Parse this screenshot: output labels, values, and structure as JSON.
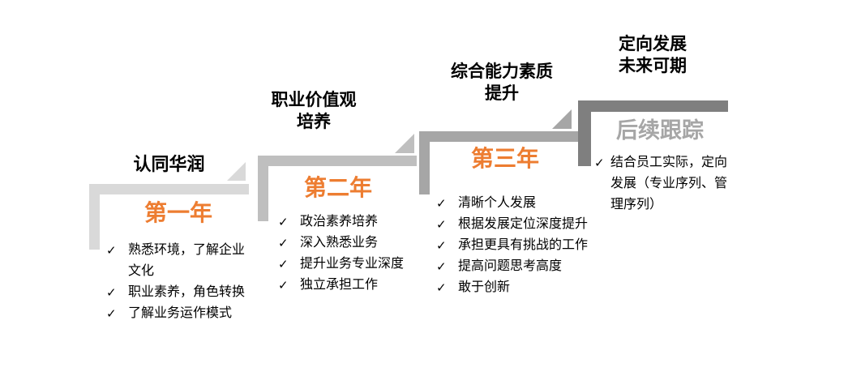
{
  "icons": {
    "check": "✓"
  },
  "colors": {
    "background": "#ffffff",
    "accent_orange": "#ed7d31",
    "followup_gray": "#a6a6a6",
    "text_black": "#000000",
    "step_grays": [
      "#d9d9d9",
      "#bfbfbf",
      "#a6a6a6",
      "#7f7f7f"
    ]
  },
  "steps": [
    {
      "name": "year-1",
      "header": "认同华润",
      "title": "第一年",
      "title_color": "#ed7d31",
      "bracket_color": "#d9d9d9",
      "items": [
        "熟悉环境，了解企业文化",
        "职业素养，角色转换",
        "了解业务运作模式"
      ]
    },
    {
      "name": "year-2",
      "header": "职业价值观\n培养",
      "title": "第二年",
      "title_color": "#ed7d31",
      "bracket_color": "#bfbfbf",
      "items": [
        "政治素养培养",
        "深入熟悉业务",
        "提升业务专业深度",
        "独立承担工作"
      ]
    },
    {
      "name": "year-3",
      "header": "综合能力素质\n提升",
      "title": "第三年",
      "title_color": "#ed7d31",
      "bracket_color": "#a6a6a6",
      "items": [
        "清晰个人发展",
        "根据发展定位深度提升",
        "承担更具有挑战的工作",
        "提高问题思考高度",
        "敢于创新"
      ]
    },
    {
      "name": "follow-up",
      "header": "定向发展\n未来可期",
      "title": "后续跟踪",
      "title_color": "#a6a6a6",
      "bracket_color": "#7f7f7f",
      "items": [
        "结合员工实际，定向发展（专业序列、管理序列）"
      ]
    }
  ]
}
